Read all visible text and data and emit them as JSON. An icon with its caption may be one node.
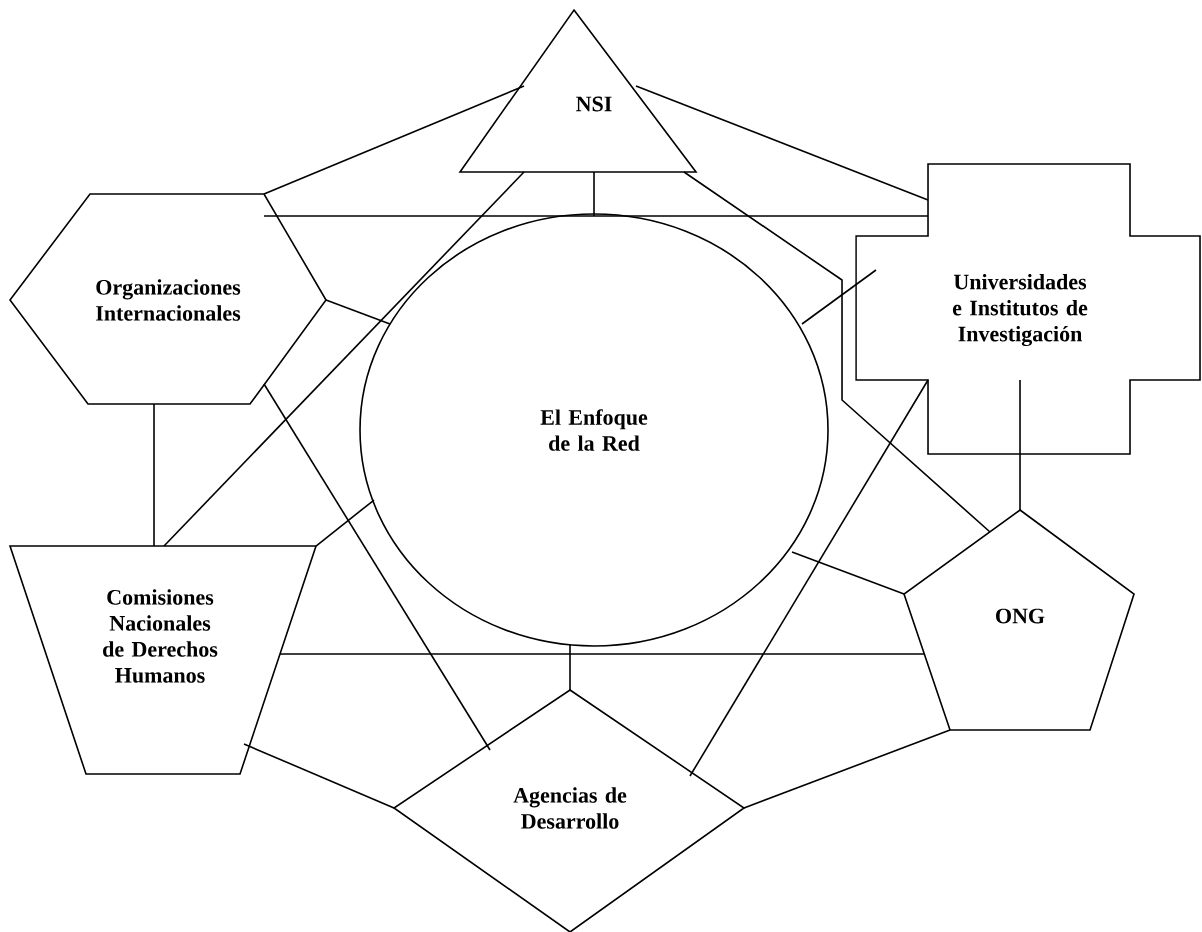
{
  "diagram": {
    "nodes": [
      {
        "text": [
          "NSI"
        ]
      },
      {
        "text": [
          "Organizaciones Internacionales"
        ]
      },
      {
        "text": [
          "Universidades e Institutos de Investigación"
        ]
      },
      {
        "text": [
          "El Enfoque de la Red"
        ]
      },
      {
        "text": [
          "Comisiones Nacionales de Derechos Humanos"
        ]
      },
      {
        "text": [
          "ONG"
        ]
      },
      {
        "text": [
          "Agencias de Desarrollo"
        ]
      }
    ],
    "edges": [
      {
        "from": 0,
        "to": 1,
        "arrow": "none"
      },
      {
        "from": 0,
        "to": 2,
        "arrow": "none"
      },
      {
        "from": 1,
        "to": 2,
        "arrow": "none"
      },
      {
        "from": 0,
        "to": 3,
        "arrow": "none"
      },
      {
        "from": 0,
        "to": 4,
        "arrow": "none"
      },
      {
        "from": 0,
        "to": 5,
        "arrow": "none"
      },
      {
        "from": 1,
        "to": 3,
        "arrow": "none"
      },
      {
        "from": 1,
        "to": 4,
        "arrow": "none"
      },
      {
        "from": 1,
        "to": 6,
        "arrow": "none"
      },
      {
        "from": 2,
        "to": 3,
        "arrow": "none"
      },
      {
        "from": 2,
        "to": 5,
        "arrow": "none"
      },
      {
        "from": 2,
        "to": 6,
        "arrow": "none"
      },
      {
        "from": 3,
        "to": 4,
        "arrow": "none"
      },
      {
        "from": 3,
        "to": 5,
        "arrow": "none"
      },
      {
        "from": 3,
        "to": 6,
        "arrow": "none"
      },
      {
        "from": 4,
        "to": 5,
        "arrow": "none"
      },
      {
        "from": 4,
        "to": 6,
        "arrow": "none"
      },
      {
        "from": 6,
        "to": 5,
        "arrow": "none"
      }
    ]
  }
}
